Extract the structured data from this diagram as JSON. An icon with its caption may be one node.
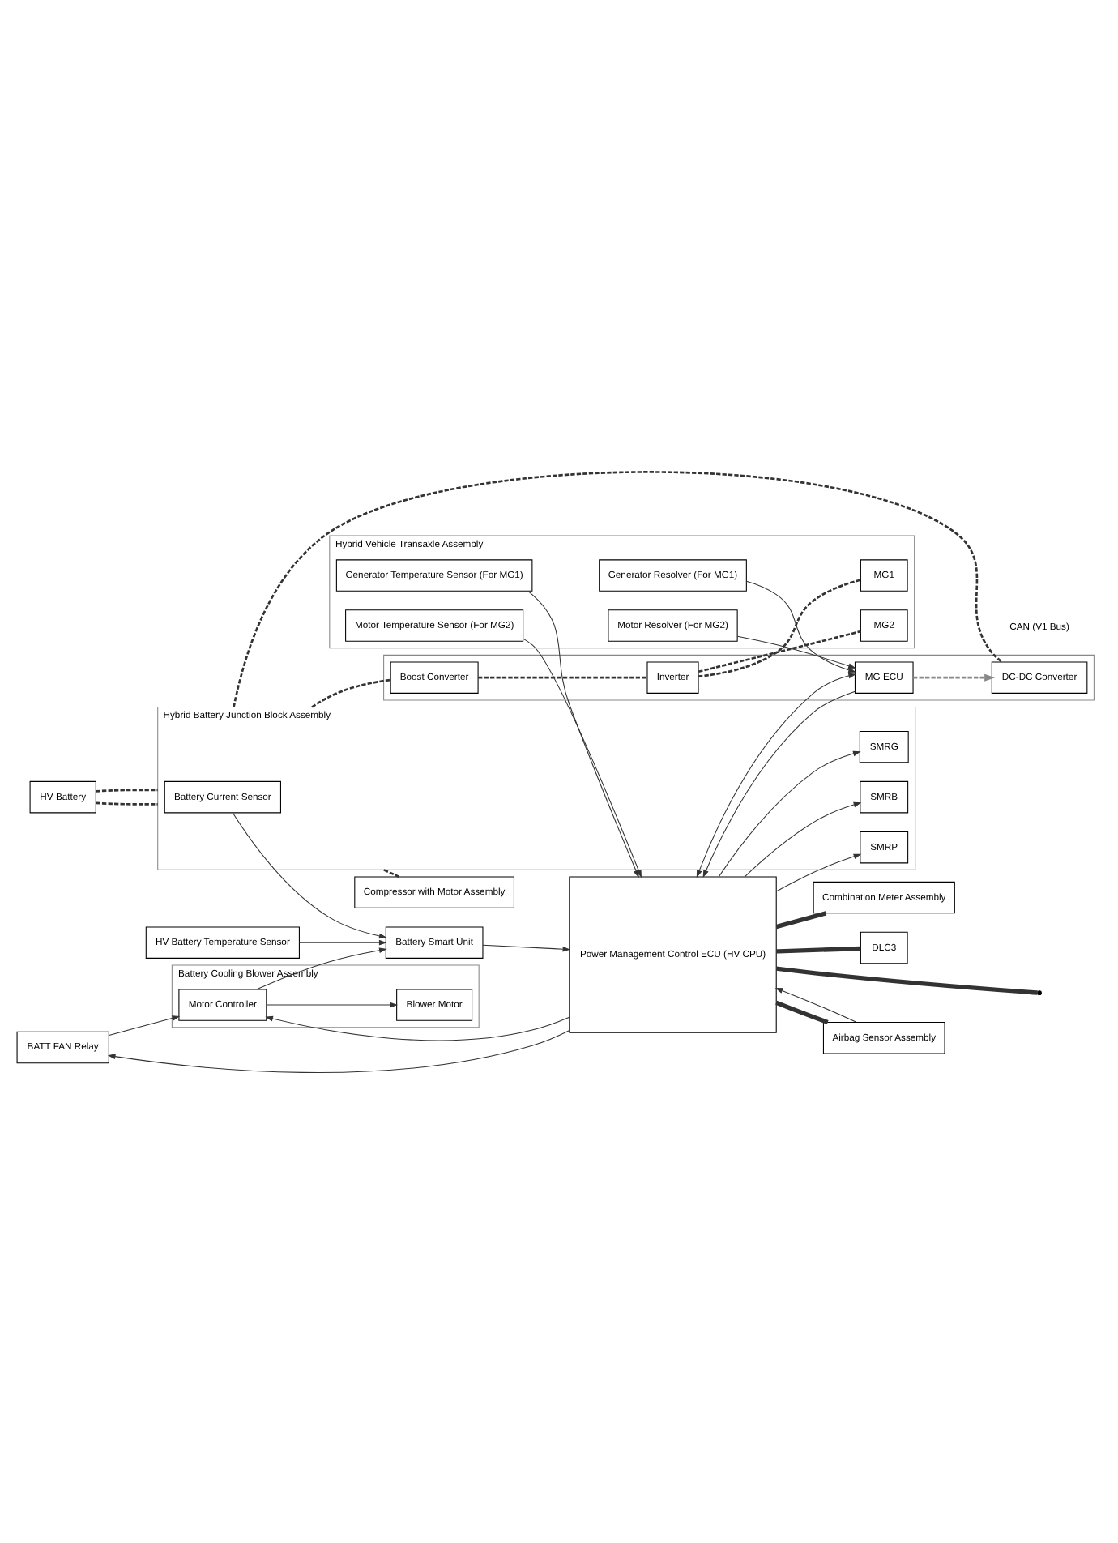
{
  "diagram": {
    "nodes": [
      {
        "text": [
          "Battery Cooling Blower Assembly"
        ]
      },
      {
        "text": [
          "Blower Motor"
        ],
        "in": 0
      },
      {
        "text": [
          "Motor Controller"
        ],
        "in": 0
      },
      {
        "text": [
          "Power Management Control ECU (HV CPU)"
        ]
      },
      {
        "text": [
          "Airbag Sensor Assembly"
        ]
      },
      {
        "text": [
          "Combination Meter Assembly"
        ]
      },
      {
        "text": [
          "DLC3"
        ]
      },
      {
        "text": [
          "BATT FAN Relay"
        ]
      },
      {
        "text": [
          "Battery Smart Unit"
        ]
      },
      {
        "text": [
          "HV Battery Temperature Sensor"
        ]
      },
      {
        "text": [
          "Hybrid Battery Junction Block Assembly"
        ]
      },
      {
        "text": [
          "Battery Current Sensor"
        ],
        "in": 10
      },
      {
        "text": [
          "SMRB"
        ],
        "in": 10
      },
      {
        "text": [
          "SMRP"
        ],
        "in": 10
      },
      {
        "text": [
          "SMRG"
        ],
        "in": 10
      },
      {
        "text": [
          "HV Battery"
        ]
      },
      {
        "text": [
          "Hybrid Vehicle Transaxle Assembly"
        ]
      },
      {
        "text": [
          "Generator Temperature Sensor (For MG1)"
        ],
        "in": 16
      },
      {
        "text": [
          "Motor Temperature Sensor (For MG2)"
        ],
        "in": 16
      },
      {
        "text": [
          "Compressor with Motor Assembly"
        ]
      },
      {
        "text": [],
        "shape": "box"
      },
      {
        "text": [
          "DC-DC Converter"
        ],
        "in": 20
      },
      {
        "text": [
          "MG ECU"
        ],
        "in": 20
      },
      {
        "text": [
          "Generator Resolver (For MG1)"
        ],
        "in": 16
      },
      {
        "text": [
          "Motor Resolver (For MG2)"
        ],
        "in": 16
      },
      {
        "text": [
          "Inverter"
        ],
        "in": 20
      },
      {
        "text": [
          "Boost Converter"
        ],
        "in": 20
      },
      {
        "text": [
          "MG1"
        ],
        "in": 16
      },
      {
        "text": [
          "MG2"
        ],
        "in": 16
      }
    ],
    "edges": [
      {
        "from": 2,
        "to": 1,
        "arrow": "to"
      },
      {
        "from": 3,
        "to": 2,
        "arrow": "to"
      },
      {
        "from": 2,
        "to": 8,
        "arrow": "to"
      },
      {
        "from": 7,
        "to": 2,
        "arrow": "to"
      },
      {
        "from": 3,
        "to": 7,
        "arrow": "to"
      },
      {
        "from": 8,
        "to": 3,
        "arrow": "to"
      },
      {
        "from": 9,
        "to": 8,
        "arrow": "to"
      },
      {
        "from": 11,
        "to": 8,
        "arrow": "to"
      },
      {
        "from": 3,
        "to": 12,
        "arrow": "to"
      },
      {
        "from": 3,
        "to": 13,
        "arrow": "to"
      },
      {
        "from": 3,
        "to": 14,
        "arrow": "to"
      },
      {
        "from": 4,
        "to": 3,
        "arrow": "to"
      },
      {
        "from": 3,
        "to": 4,
        "arrow": "none",
        "style": "thick"
      },
      {
        "from": 3,
        "to": 5,
        "arrow": "none",
        "style": "thick"
      },
      {
        "from": 3,
        "to": 6,
        "arrow": "none",
        "style": "thick"
      },
      {
        "from": 3,
        "to": null,
        "arrow": "none",
        "style": "thick"
      },
      {
        "from": 17,
        "to": 3,
        "arrow": "to"
      },
      {
        "from": 18,
        "to": 3,
        "arrow": "to"
      },
      {
        "from": 22,
        "to": 3,
        "arrow": "to"
      },
      {
        "from": 22,
        "to": 21,
        "arrow": "to",
        "style": "dashed",
        "color": "#888888"
      },
      {
        "from": 3,
        "to": 22,
        "arrow": "both"
      },
      {
        "from": 23,
        "to": 22,
        "arrow": "to"
      },
      {
        "from": 24,
        "to": 22,
        "arrow": "to"
      },
      {
        "from": 15,
        "to": 10,
        "arrow": "none",
        "style": "dashed"
      },
      {
        "from": 15,
        "to": 10,
        "arrow": "none",
        "style": "dashed"
      },
      {
        "from": 10,
        "to": 19,
        "arrow": "none",
        "style": "dashed"
      },
      {
        "from": 10,
        "to": 21,
        "arrow": "none",
        "style": "dashed"
      },
      {
        "from": 10,
        "to": 26,
        "arrow": "none",
        "style": "dashed"
      },
      {
        "from": 26,
        "to": 25,
        "arrow": "none",
        "style": "dashed"
      },
      {
        "from": 25,
        "to": 27,
        "arrow": "none",
        "style": "dashed"
      },
      {
        "from": 25,
        "to": 28,
        "arrow": "none",
        "style": "dashed"
      }
    ],
    "labels": [
      "CAN (V1 Bus)"
    ]
  }
}
